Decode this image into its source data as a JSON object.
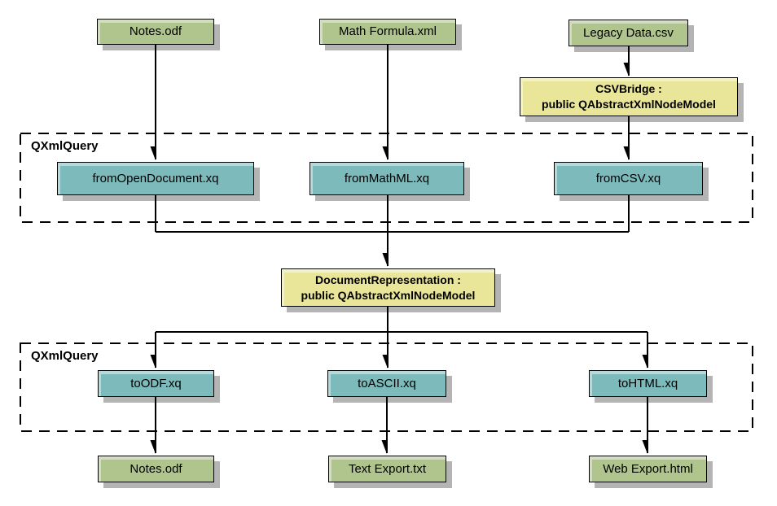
{
  "colors": {
    "background": "#ffffff",
    "file_node_fill": "#b0c48e",
    "query_node_fill": "#7cbabc",
    "class_node_fill": "#e9e69a",
    "shadow": "#b4b4b4",
    "line": "#000000"
  },
  "top_row": {
    "notes": "Notes.odf",
    "math_formula": "Math Formula.xml",
    "legacy_data": "Legacy Data.csv"
  },
  "csv_bridge": {
    "line1": "CSVBridge :",
    "line2": "public QAbstractXmlNodeModel"
  },
  "query_group_top": {
    "label": "QXmlQuery",
    "from_open_document": "fromOpenDocument.xq",
    "from_mathml": "fromMathML.xq",
    "from_csv": "fromCSV.xq"
  },
  "document_representation": {
    "line1": "DocumentRepresentation :",
    "line2": "public QAbstractXmlNodeModel"
  },
  "query_group_bottom": {
    "label": "QXmlQuery",
    "to_odf": "toODF.xq",
    "to_ascii": "toASCII.xq",
    "to_html": "toHTML.xq"
  },
  "bottom_row": {
    "notes": "Notes.odf",
    "text_export": "Text Export.txt",
    "web_export": "Web Export.html"
  }
}
